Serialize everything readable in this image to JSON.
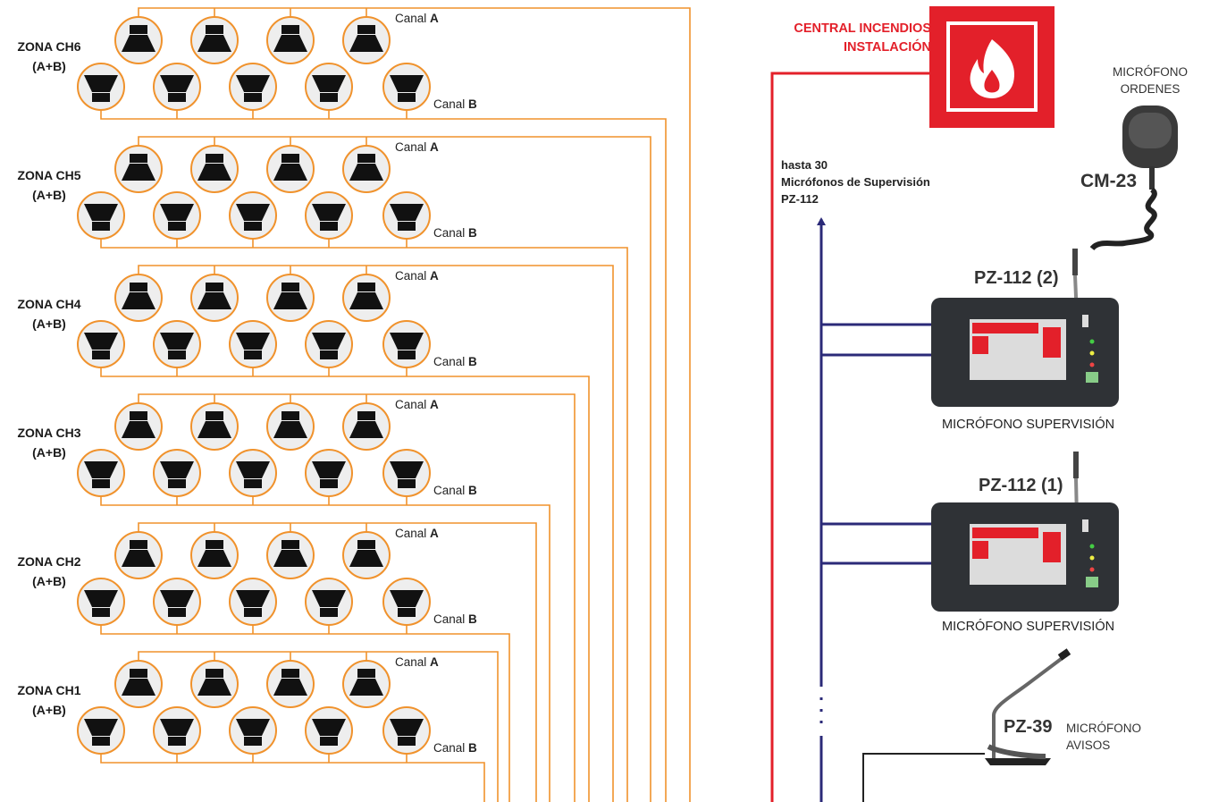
{
  "zones": [
    {
      "line1": "ZONA CH6",
      "line2": "(A+B)",
      "canal_a": "Canal A",
      "canal_b": "Canal B"
    },
    {
      "line1": "ZONA CH5",
      "line2": "(A+B)",
      "canal_a": "Canal A",
      "canal_b": "Canal B"
    },
    {
      "line1": "ZONA CH4",
      "line2": "(A+B)",
      "canal_a": "Canal A",
      "canal_b": "Canal B"
    },
    {
      "line1": "ZONA CH3",
      "line2": "(A+B)",
      "canal_a": "Canal A",
      "canal_b": "Canal B"
    },
    {
      "line1": "ZONA CH2",
      "line2": "(A+B)",
      "canal_a": "Canal A",
      "canal_b": "Canal B"
    },
    {
      "line1": "ZONA CH1",
      "line2": "(A+B)",
      "canal_a": "Canal A",
      "canal_b": "Canal B"
    }
  ],
  "fire_panel": {
    "line1": "CENTRAL INCENDIOS",
    "line2": "INSTALACIÓN",
    "icon": "fire-icon"
  },
  "cm23": {
    "label_line1": "MICRÓFONO",
    "label_line2": "ORDENES",
    "model": "CM-23"
  },
  "supervision_note": {
    "line1": "hasta 30",
    "line2": "Micrófonos de Supervisión",
    "line3": "PZ-112"
  },
  "pz112_2": {
    "model": "PZ-112 (2)",
    "label": "MICRÓFONO SUPERVISIÓN"
  },
  "pz112_1": {
    "model": "PZ-112 (1)",
    "label": "MICRÓFONO SUPERVISIÓN"
  },
  "pz39": {
    "model": "PZ-39",
    "label_line1": "MICRÓFONO",
    "label_line2": "AVISOS"
  },
  "colors": {
    "speaker_wire": "#f0922c",
    "fire": "#e3202a",
    "bus": "#2b2a78",
    "speaker_fill": "#eeeeee"
  }
}
